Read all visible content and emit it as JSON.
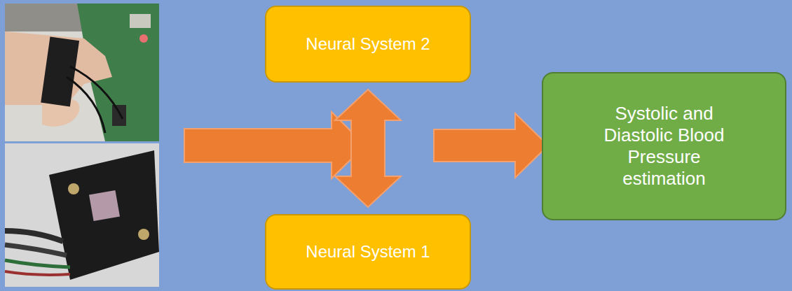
{
  "diagram": {
    "nodes": [
      {
        "text": [
          "Neural System 2"
        ]
      },
      {
        "text": [
          "Neural System 1"
        ]
      },
      {
        "text": [
          "Systolic and Diastolic Blood Pressure estimation"
        ]
      }
    ],
    "edges": [
      {
        "from": 1,
        "to": 0,
        "arrow": "both"
      }
    ]
  }
}
